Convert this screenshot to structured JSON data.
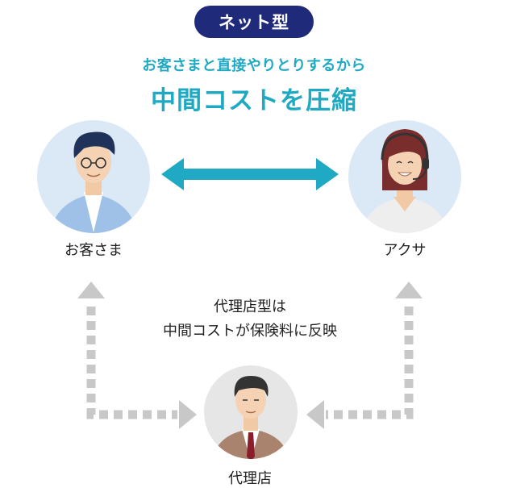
{
  "badge": "ネット型",
  "subheadline": "お客さまと直接やりとりするから",
  "headline": "中間コストを圧縮",
  "nodes": {
    "customer": "お客さま",
    "axa": "アクサ",
    "agent": "代理店"
  },
  "note": {
    "line1": "代理店型は",
    "line2": "中間コストが保険料に反映"
  },
  "colors": {
    "badge_bg": "#1f2a7a",
    "accent": "#1fa9c2",
    "circle_bg": "#dbe8f6",
    "agent_circle_bg": "#e6e6e6",
    "dotted_arrow": "#c8c8c8"
  }
}
